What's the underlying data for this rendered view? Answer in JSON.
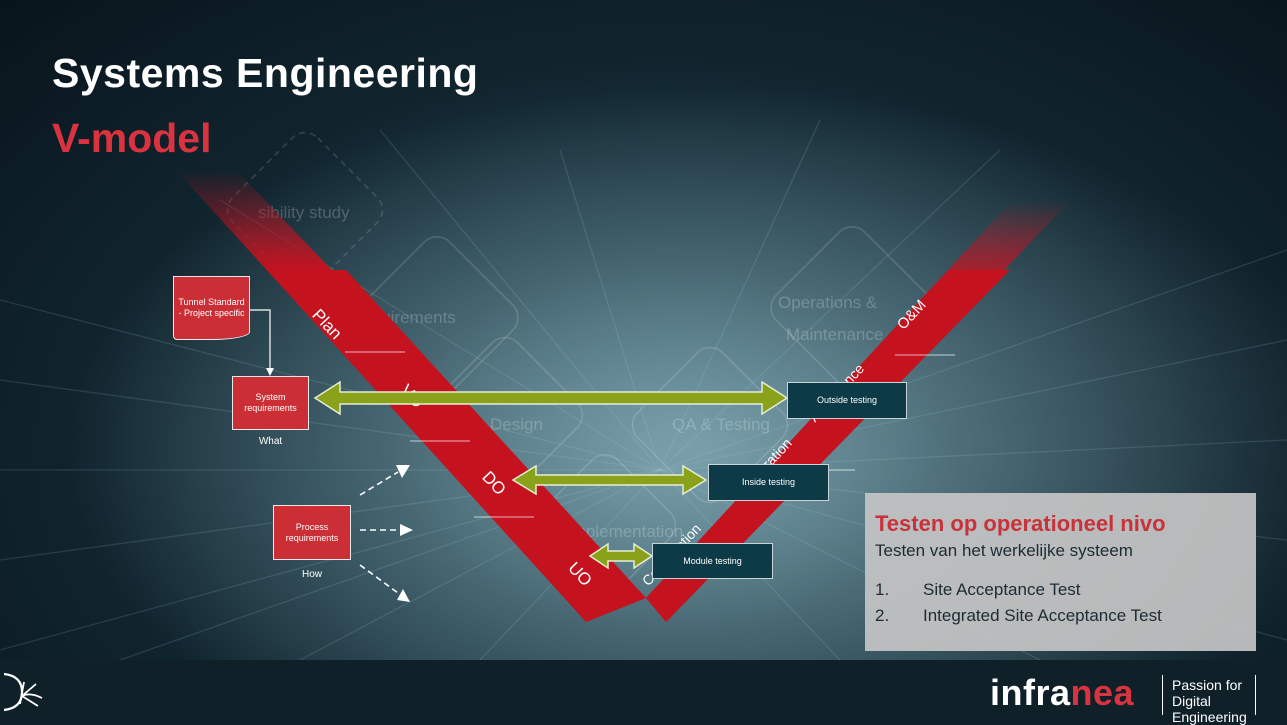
{
  "slide": {
    "title": "Systems Engineering",
    "subtitle": "V-model"
  },
  "background_labels": {
    "feasibility": "sibility study",
    "requirements": "Requirements",
    "design": "Design",
    "implementation": "Implementation",
    "qa": "QA & Testing",
    "operations_1": "Operations &",
    "operations_2": "Maintenance"
  },
  "v_band": {
    "left_labels": [
      "Plan",
      "VO",
      "DO",
      "UO"
    ],
    "right_labels": [
      "Construction",
      "Integration",
      "Acceptance",
      "O&M"
    ]
  },
  "left_boxes": {
    "tunnel_standard": "Tunnel Standard - Project specific",
    "system_requirements": "System requirements",
    "system_caption": "What",
    "process_requirements": "Process requirements",
    "process_caption": "How"
  },
  "test_boxes": {
    "outside": "Outside testing",
    "inside": "Inside testing",
    "module": "Module testing"
  },
  "info_panel": {
    "heading": "Testen op operationeel nivo",
    "subheading": "Testen van het werkelijke systeem",
    "items": [
      {
        "num": "1.",
        "text": "Site Acceptance Test"
      },
      {
        "num": "2.",
        "text": "Integrated Site Acceptance Test"
      }
    ]
  },
  "footer": {
    "brand_part1": "infra",
    "brand_part2": "nea",
    "tagline_line1": "Passion for",
    "tagline_line2": "Digital Engineering"
  },
  "colors": {
    "accent_red": "#d9333f",
    "band_red": "#c4121f",
    "arrow_green": "#8aa21a",
    "teal_box": "#0d3a47"
  }
}
